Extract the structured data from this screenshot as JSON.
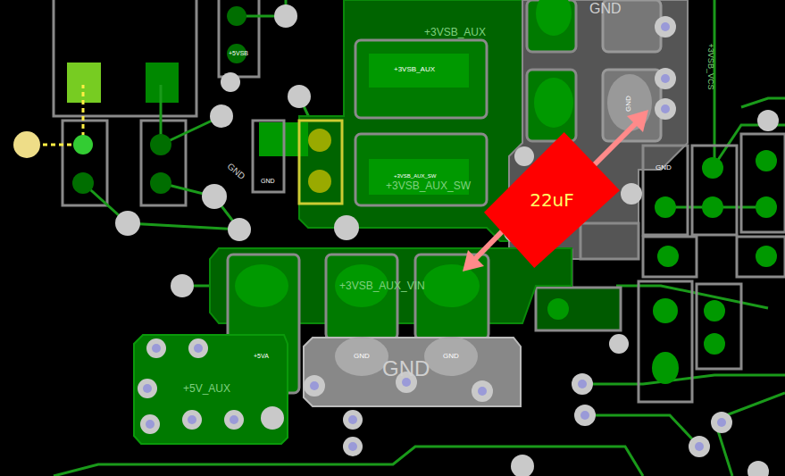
{
  "diagram": {
    "nodes": [
      {
        "text": [
          "22uF"
        ]
      }
    ],
    "labels": [
      "+3VSB_AUX",
      "+3VSB_AUX",
      "+3VSB_AUX_SW",
      "+3VSB_AUX_SW",
      "+3VSB_AUX_VIN",
      "GND",
      "GND",
      "GND",
      "+5VA",
      "+5V_AUX",
      "+5VSB",
      "GND",
      "GND",
      "GND",
      "GND",
      "GND",
      "+3VSB_VCS"
    ]
  }
}
